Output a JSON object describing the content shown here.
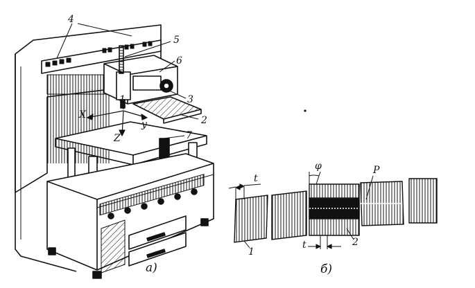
{
  "figure_a": {
    "caption": "а)",
    "callouts": [
      "1",
      "2",
      "3",
      "4",
      "5",
      "6",
      "7"
    ],
    "axes": {
      "x": "X",
      "y": "y",
      "z": "Z"
    }
  },
  "figure_b": {
    "caption": "б)",
    "labels": {
      "t_top": "t",
      "phi": "φ",
      "p": "P",
      "t_bottom": "t",
      "n1": "1",
      "n2": "2"
    }
  },
  "colors": {
    "ink": "#111111",
    "paper": "#ffffff"
  }
}
